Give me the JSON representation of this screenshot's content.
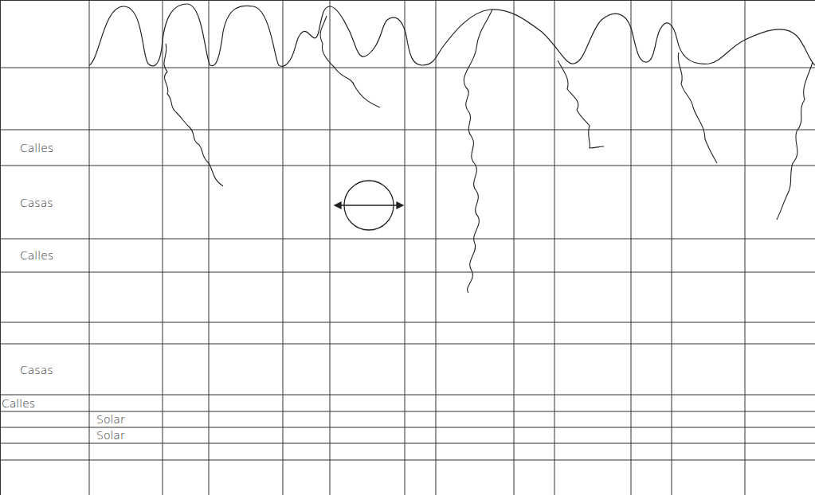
{
  "diagram": {
    "labels": [
      "Calles",
      "Casas",
      "Calles",
      "Casas",
      "Calles",
      "Solar",
      "Solar"
    ]
  }
}
